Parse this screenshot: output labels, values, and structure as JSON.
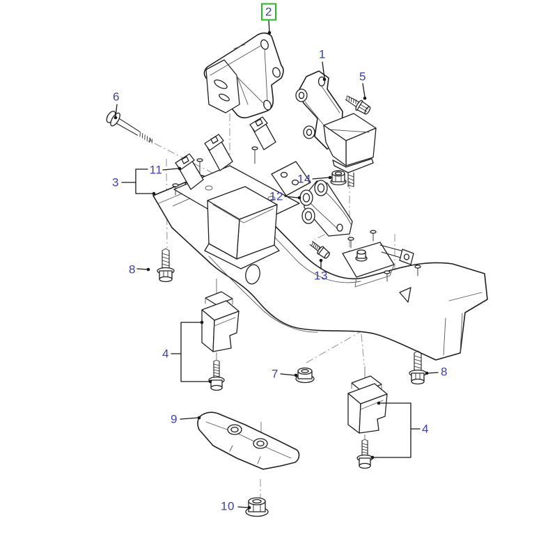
{
  "diagram": {
    "type": "exploded-parts-diagram",
    "background_color": "#ffffff",
    "label_color": "#3c3cb4",
    "line_color": "#1f1f1f",
    "centerline_color": "#999999",
    "highlight_box_color": "#1dbe1d",
    "callouts": [
      {
        "id": "callout-2",
        "label": "2",
        "highlighted": true
      },
      {
        "id": "callout-1",
        "label": "1",
        "highlighted": false
      },
      {
        "id": "callout-5",
        "label": "5",
        "highlighted": false
      },
      {
        "id": "callout-6",
        "label": "6",
        "highlighted": false
      },
      {
        "id": "callout-11",
        "label": "11",
        "highlighted": false
      },
      {
        "id": "callout-3",
        "label": "3",
        "highlighted": false
      },
      {
        "id": "callout-14",
        "label": "14",
        "highlighted": false
      },
      {
        "id": "callout-12",
        "label": "12",
        "highlighted": false
      },
      {
        "id": "callout-8-left",
        "label": "8",
        "highlighted": false
      },
      {
        "id": "callout-13",
        "label": "13",
        "highlighted": false
      },
      {
        "id": "callout-4-left",
        "label": "4",
        "highlighted": false
      },
      {
        "id": "callout-7",
        "label": "7",
        "highlighted": false
      },
      {
        "id": "callout-8-right",
        "label": "8",
        "highlighted": false
      },
      {
        "id": "callout-4-right",
        "label": "4",
        "highlighted": false
      },
      {
        "id": "callout-9",
        "label": "9",
        "highlighted": false
      },
      {
        "id": "callout-10",
        "label": "10",
        "highlighted": false
      }
    ]
  }
}
